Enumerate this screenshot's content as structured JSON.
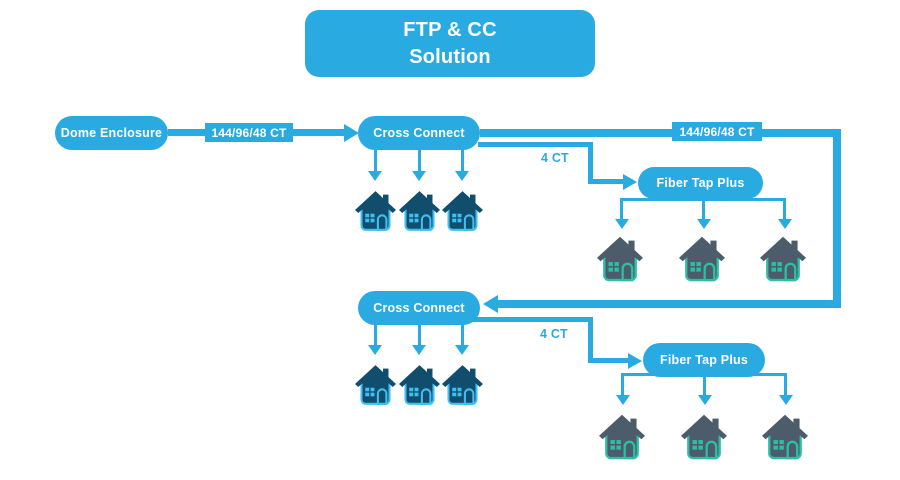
{
  "title": {
    "line1": "FTP & CC",
    "line2": "Solution"
  },
  "nodes": {
    "dome_enclosure": "Dome Enclosure",
    "cross_connect_1": "Cross Connect",
    "fiber_tap_plus_1": "Fiber Tap Plus",
    "cross_connect_2": "Cross Connect",
    "fiber_tap_plus_2": "Fiber Tap Plus"
  },
  "links": {
    "dome_to_cc1_label": "144/96/48 CT",
    "cc1_to_cc2_label": "144/96/48 CT",
    "cc1_to_ftp1_label": "4 CT",
    "cc2_to_ftp2_label": "4 CT"
  },
  "house_groups": [
    {
      "parent": "cross_connect_1",
      "count": 3,
      "style": "blue"
    },
    {
      "parent": "fiber_tap_plus_1",
      "count": 3,
      "style": "teal"
    },
    {
      "parent": "cross_connect_2",
      "count": 3,
      "style": "blue"
    },
    {
      "parent": "fiber_tap_plus_2",
      "count": 3,
      "style": "teal"
    }
  ],
  "colors": {
    "primary_blue": "#29ABE2",
    "text_on_blue": "#FFFFFF",
    "house_blue_body": "#114E6E",
    "house_blue_outline": "#3EC1F2",
    "house_teal_body": "#4D5C6A",
    "house_teal_outline": "#2BBFA4",
    "background": "#FFFFFF"
  }
}
